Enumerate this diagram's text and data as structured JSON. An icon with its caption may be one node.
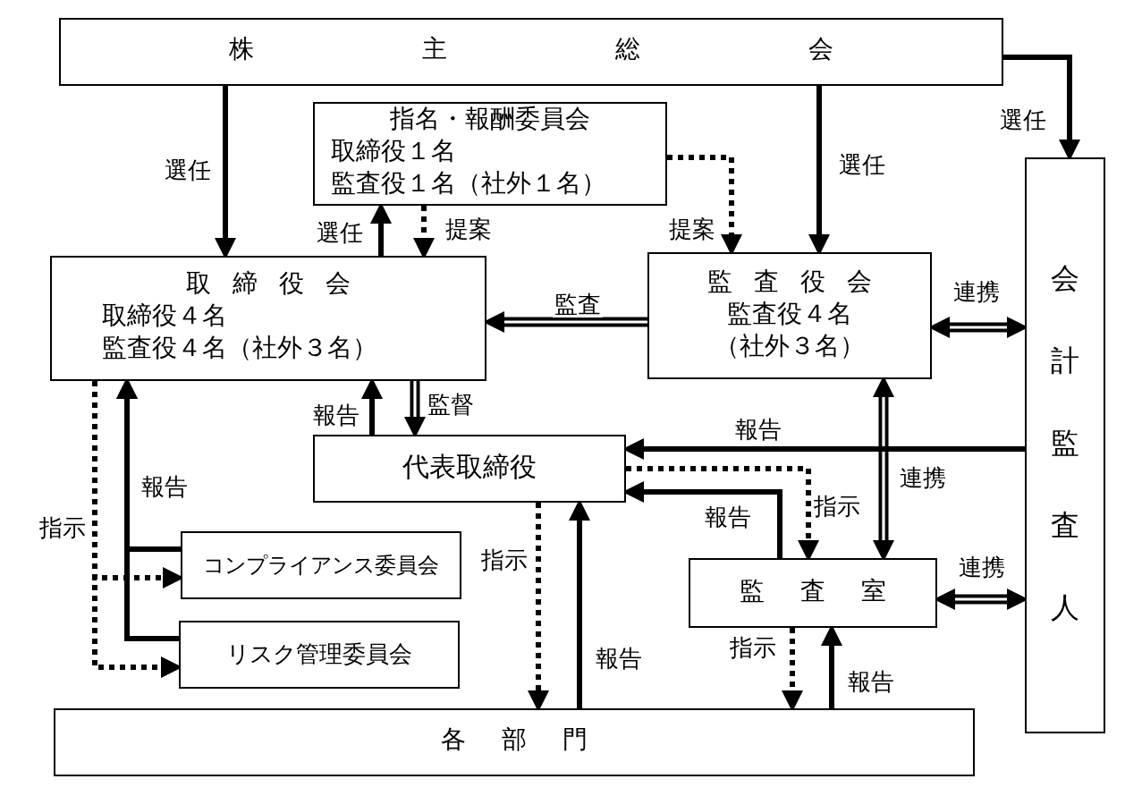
{
  "diagram": {
    "nodes": [
      {
        "text": [
          "株主総会"
        ]
      },
      {
        "text": [
          "指名・報酬委員会",
          "取締役１名",
          "監査役１名（社外１名）"
        ]
      },
      {
        "text": [
          "取締役会",
          "取締役４名",
          "監査役４名（社外３名）"
        ]
      },
      {
        "text": [
          "監査役会",
          "監査役４名",
          "（社外３名）"
        ]
      },
      {
        "text": [
          "会計監査人"
        ]
      },
      {
        "text": [
          "代表取締役"
        ]
      },
      {
        "text": [
          "コンプライアンス委員会"
        ]
      },
      {
        "text": [
          "リスク管理委員会"
        ]
      },
      {
        "text": [
          "監査室"
        ]
      },
      {
        "text": [
          "各部門"
        ]
      }
    ],
    "edges": [
      {
        "from": 0,
        "to": 2,
        "arrow": "to",
        "label": "選任"
      },
      {
        "from": 0,
        "to": 3,
        "arrow": "to",
        "label": "選任"
      },
      {
        "from": 0,
        "to": 4,
        "arrow": "to",
        "label": "選任"
      },
      {
        "from": 2,
        "to": 1,
        "arrow": "to",
        "label": "選任"
      },
      {
        "from": 1,
        "to": 2,
        "arrow": "to",
        "label": "提案",
        "style": "dashed"
      },
      {
        "from": 1,
        "to": 3,
        "arrow": "to",
        "label": "提案",
        "style": "dashed"
      },
      {
        "from": 3,
        "to": 2,
        "arrow": "to",
        "label": "監査",
        "style": "thick"
      },
      {
        "from": 3,
        "to": 4,
        "arrow": "both",
        "label": "連携",
        "style": "thick"
      },
      {
        "from": 2,
        "to": 5,
        "arrow": "to",
        "label": "監督",
        "style": "thick"
      },
      {
        "from": 5,
        "to": 2,
        "arrow": "to",
        "label": "報告"
      },
      {
        "from": 4,
        "to": 5,
        "arrow": "to",
        "label": "報告"
      },
      {
        "from": 5,
        "to": 8,
        "arrow": "to",
        "label": "指示",
        "style": "dashed"
      },
      {
        "from": 8,
        "to": 5,
        "arrow": "to",
        "label": "報告"
      },
      {
        "from": 3,
        "to": 8,
        "arrow": "both",
        "label": "連携",
        "style": "thick"
      },
      {
        "from": 8,
        "to": 4,
        "arrow": "both",
        "label": "連携",
        "style": "thick"
      },
      {
        "from": 5,
        "to": 9,
        "arrow": "to",
        "label": "指示",
        "style": "dashed"
      },
      {
        "from": 9,
        "to": 5,
        "arrow": "to",
        "label": "報告"
      },
      {
        "from": 8,
        "to": 9,
        "arrow": "to",
        "label": "指示",
        "style": "dashed"
      },
      {
        "from": 9,
        "to": 8,
        "arrow": "to",
        "label": "報告"
      },
      {
        "from": 2,
        "to": 6,
        "arrow": "to",
        "label": "指示",
        "style": "dashed"
      },
      {
        "from": 2,
        "to": 7,
        "arrow": "to",
        "style": "dashed"
      },
      {
        "from": 6,
        "to": 2,
        "arrow": "to",
        "label": "報告"
      },
      {
        "from": 7,
        "to": 2,
        "arrow": "to"
      }
    ]
  }
}
